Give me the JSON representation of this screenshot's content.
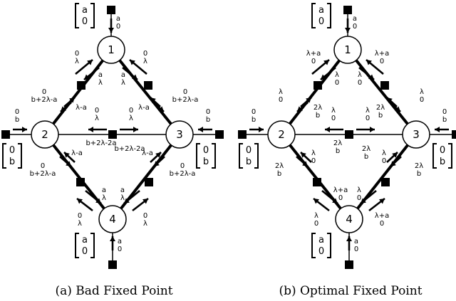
{
  "diagrams": [
    {
      "caption": "(a) Bad Fixed Point",
      "nodes": [
        "1",
        "2",
        "3",
        "4"
      ],
      "vectors": {
        "top": [
          "a",
          "0"
        ],
        "bottom": [
          "a",
          "0"
        ],
        "left": [
          "0",
          "b"
        ],
        "right": [
          "0",
          "b"
        ]
      },
      "labels": {
        "in_top": [
          "a",
          "0"
        ],
        "in_bottom": [
          "a",
          "0"
        ],
        "in_left": [
          "0",
          "b"
        ],
        "in_right": [
          "0",
          "b"
        ],
        "n1_l_out": [
          "0",
          "λ"
        ],
        "n1_l_in": [
          "a",
          "λ"
        ],
        "n1_r_in": [
          "a",
          "λ"
        ],
        "n1_r_out": [
          "0",
          "λ"
        ],
        "top_l_2": [
          "0",
          "b+2λ-a"
        ],
        "top_l_2b": [
          "λ-a"
        ],
        "top_r_3": [
          "0",
          "b+2λ-a"
        ],
        "top_r_3b": [
          "λ-a"
        ],
        "mid_l": [
          "0",
          "λ"
        ],
        "mid_r": [
          "0",
          "λ"
        ],
        "mid_below": [
          "b+2λ-2a",
          "b+2λ-2a"
        ],
        "n2_bl": [
          "0",
          "b+2λ-a"
        ],
        "n2_bl_b": [
          "λ-a"
        ],
        "n3_br": [
          "0",
          "b+2λ-a"
        ],
        "n3_br_b": [
          "λ-a"
        ],
        "n4_l_in": [
          "a",
          "λ"
        ],
        "n4_l_out": [
          "0",
          "λ"
        ],
        "n4_r_in": [
          "a",
          "λ"
        ],
        "n4_r_out": [
          "0",
          "λ"
        ]
      }
    },
    {
      "caption": "(b) Optimal Fixed Point",
      "nodes": [
        "1",
        "2",
        "3",
        "4"
      ],
      "vectors": {
        "top": [
          "a",
          "0"
        ],
        "bottom": [
          "a",
          "0"
        ],
        "left": [
          "0",
          "b"
        ],
        "right": [
          "0",
          "b"
        ]
      },
      "labels": {
        "in_top": [
          "a",
          "0"
        ],
        "in_bottom": [
          "a",
          "0"
        ],
        "in_left": [
          "0",
          "b"
        ],
        "in_right": [
          "0",
          "b"
        ],
        "n1_l_out": [
          "λ+a",
          "0"
        ],
        "n1_l_in": [
          "λ",
          "0"
        ],
        "n1_r_in": [
          "λ",
          "0"
        ],
        "n1_r_out": [
          "λ+a",
          "0"
        ],
        "top_l_2": [
          "λ",
          "0"
        ],
        "top_l_2b": [
          "2λ",
          "b"
        ],
        "top_r_3": [
          "λ",
          "0"
        ],
        "top_r_3b": [
          "2λ",
          "b"
        ],
        "mid_l": [
          "λ",
          "0"
        ],
        "mid_r": [
          "λ",
          "0"
        ],
        "mid_below": [
          "2λ",
          "b",
          "2λ",
          "b"
        ],
        "n2_bl": [
          "2λ",
          "b"
        ],
        "n2_bl_b": [
          "λ",
          "0"
        ],
        "n3_br": [
          "2λ",
          "b"
        ],
        "n3_br_b": [
          "λ",
          "0"
        ],
        "n4_l_in": [
          "λ+a",
          "0"
        ],
        "n4_l_out": [
          "λ",
          "0"
        ],
        "n4_r_in": [
          "λ",
          "0"
        ],
        "n4_r_out": [
          "λ+a",
          "0"
        ]
      }
    }
  ]
}
